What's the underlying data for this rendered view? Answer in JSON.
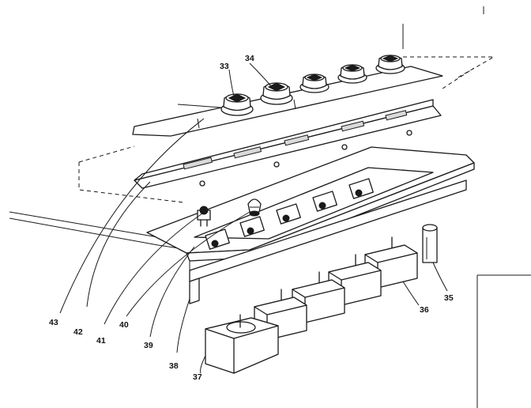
{
  "part_labels": {
    "p33": "33",
    "p34": "34",
    "p35": "35",
    "p36": "36",
    "p37": "37",
    "p38": "38",
    "p39": "39",
    "p40": "40",
    "p41": "41",
    "p42": "42",
    "p43": "43"
  },
  "colors": {
    "line": "#1a1a1a",
    "background": "#ffffff"
  }
}
